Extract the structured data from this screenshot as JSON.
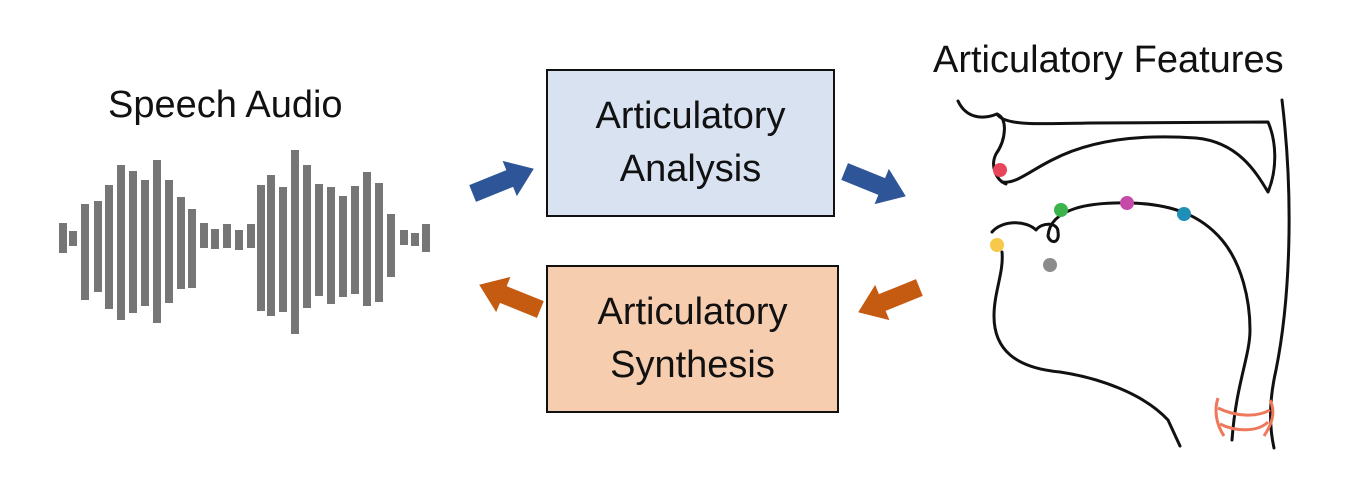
{
  "labels": {
    "speech_audio": "Speech Audio",
    "articulatory_features": "Articulatory Features"
  },
  "boxes": {
    "analysis": {
      "line1": "Articulatory",
      "line2": "Analysis"
    },
    "synthesis": {
      "line1": "Articulatory",
      "line2": "Synthesis"
    }
  },
  "colors": {
    "analysis_fill": "#d8e2f1",
    "synthesis_fill": "#f7cdb0",
    "analysis_arrow": "#2e5597",
    "synthesis_arrow": "#c55a11",
    "waveform": "#767676",
    "sensor_red": "#e8445a",
    "sensor_green": "#3cb44b",
    "sensor_magenta": "#c64aa8",
    "sensor_blue": "#1f8fb8",
    "sensor_yellow": "#f6c94a",
    "sensor_gray": "#8c8c8c",
    "larynx": "#f0785a"
  }
}
